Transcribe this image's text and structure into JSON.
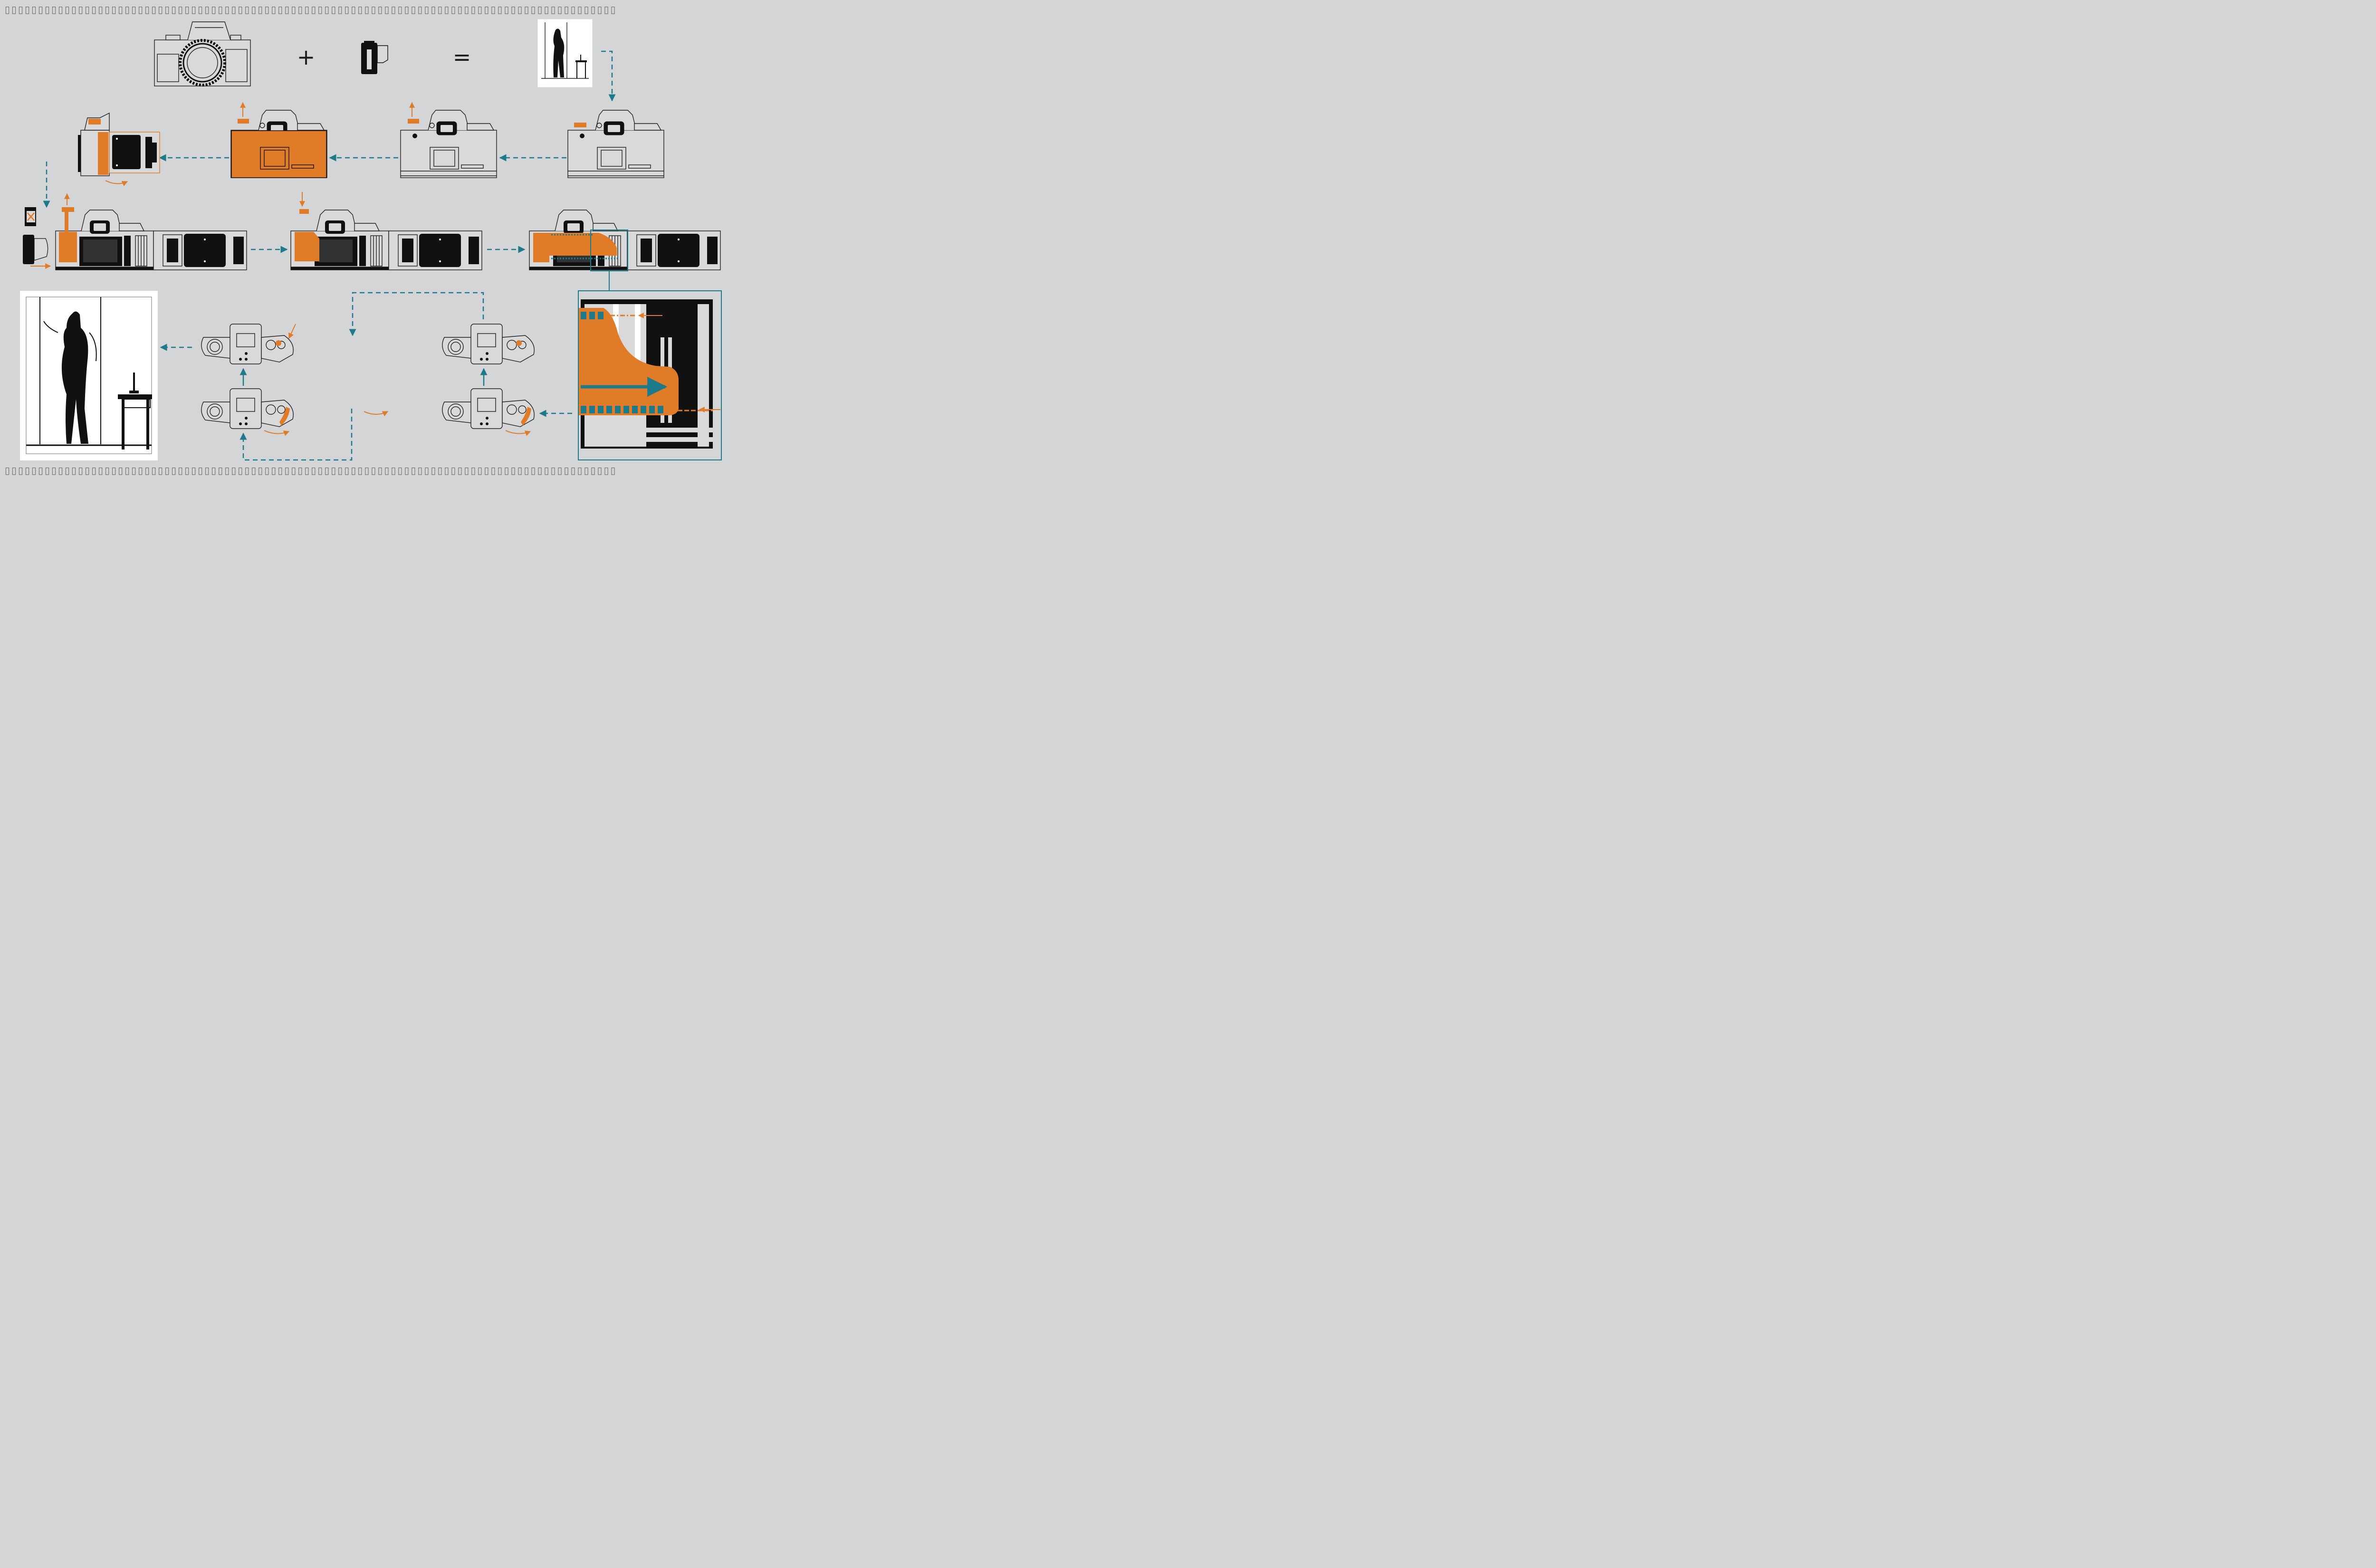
{
  "border_text": "▯▯▯▯▯▯▯▯▯▯▯▯▯▯▯▯▯▯▯▯▯▯▯▯▯▯▯▯▯▯▯▯▯▯▯▯▯▯▯▯▯▯▯▯▯▯▯▯▯▯▯▯▯▯▯▯▯▯▯▯▯▯▯▯▯▯▯▯▯▯▯▯▯▯▯▯▯▯▯▯▯▯▯▯▯▯▯▯▯▯▯▯",
  "symbols": {
    "plus": "+",
    "equals": "="
  },
  "colors": {
    "background": "#d4d5d7",
    "accent_orange": "#e07b28",
    "flow_teal": "#1d7a8a",
    "ink": "#111111",
    "body_light": "#d9d9d9"
  },
  "icons": {
    "camera": "slr-camera-icon",
    "film": "film-canister-icon",
    "photo": "photo-print-icon",
    "advance_lever": "film-advance-lever-icon",
    "rewind_crank": "rewind-crank-icon"
  },
  "steps": [
    {
      "id": "camera"
    },
    {
      "id": "film"
    },
    {
      "id": "photo-small"
    },
    {
      "id": "step-1"
    },
    {
      "id": "step-2"
    },
    {
      "id": "step-3"
    },
    {
      "id": "step-4"
    },
    {
      "id": "step-5"
    },
    {
      "id": "step-6"
    },
    {
      "id": "step-7"
    },
    {
      "id": "zoom-detail"
    },
    {
      "id": "step-8"
    },
    {
      "id": "step-9"
    },
    {
      "id": "step-10"
    },
    {
      "id": "step-11"
    },
    {
      "id": "step-12"
    },
    {
      "id": "photo-large"
    }
  ]
}
